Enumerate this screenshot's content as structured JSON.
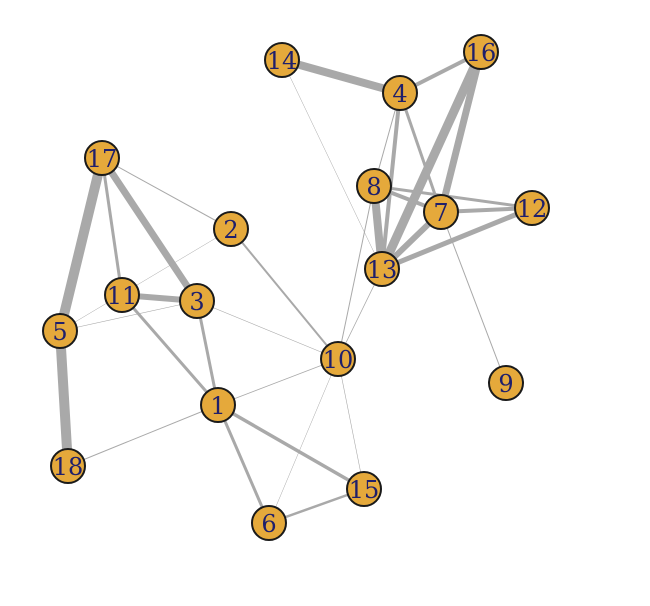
{
  "graph": {
    "node_color": "#e5a93b",
    "node_border": "#1a1a1a",
    "label_color": "#1f1f6b",
    "edge_color": "#a9a9a9",
    "nodes": [
      {
        "id": "1",
        "label": "1"
      },
      {
        "id": "2",
        "label": "2"
      },
      {
        "id": "3",
        "label": "3"
      },
      {
        "id": "4",
        "label": "4"
      },
      {
        "id": "5",
        "label": "5"
      },
      {
        "id": "6",
        "label": "6"
      },
      {
        "id": "7",
        "label": "7"
      },
      {
        "id": "8",
        "label": "8"
      },
      {
        "id": "9",
        "label": "9"
      },
      {
        "id": "10",
        "label": "10"
      },
      {
        "id": "11",
        "label": "11"
      },
      {
        "id": "12",
        "label": "12"
      },
      {
        "id": "13",
        "label": "13"
      },
      {
        "id": "14",
        "label": "14"
      },
      {
        "id": "15",
        "label": "15"
      },
      {
        "id": "16",
        "label": "16"
      },
      {
        "id": "17",
        "label": "17"
      },
      {
        "id": "18",
        "label": "18"
      }
    ],
    "edges": [
      {
        "source": "17",
        "target": "5",
        "weight": 10
      },
      {
        "source": "5",
        "target": "18",
        "weight": 10
      },
      {
        "source": "17",
        "target": "3",
        "weight": 7
      },
      {
        "source": "17",
        "target": "11",
        "weight": 3
      },
      {
        "source": "11",
        "target": "3",
        "weight": 6
      },
      {
        "source": "11",
        "target": "1",
        "weight": 3
      },
      {
        "source": "3",
        "target": "1",
        "weight": 3
      },
      {
        "source": "17",
        "target": "2",
        "weight": 1
      },
      {
        "source": "2",
        "target": "10",
        "weight": 2
      },
      {
        "source": "1",
        "target": "6",
        "weight": 3
      },
      {
        "source": "1",
        "target": "15",
        "weight": 3.5
      },
      {
        "source": "6",
        "target": "15",
        "weight": 2.5
      },
      {
        "source": "1",
        "target": "18",
        "weight": 1
      },
      {
        "source": "1",
        "target": "10",
        "weight": 0.8
      },
      {
        "source": "3",
        "target": "10",
        "weight": 0.6
      },
      {
        "source": "5",
        "target": "3",
        "weight": 0.6
      },
      {
        "source": "5",
        "target": "2",
        "weight": 0.5
      },
      {
        "source": "10",
        "target": "15",
        "weight": 0.6
      },
      {
        "source": "10",
        "target": "6",
        "weight": 0.5
      },
      {
        "source": "10",
        "target": "8",
        "weight": 1
      },
      {
        "source": "10",
        "target": "13",
        "weight": 0.8
      },
      {
        "source": "14",
        "target": "4",
        "weight": 8
      },
      {
        "source": "14",
        "target": "13",
        "weight": 0.5
      },
      {
        "source": "4",
        "target": "16",
        "weight": 4
      },
      {
        "source": "4",
        "target": "8",
        "weight": 1
      },
      {
        "source": "4",
        "target": "7",
        "weight": 3
      },
      {
        "source": "4",
        "target": "13",
        "weight": 4
      },
      {
        "source": "16",
        "target": "13",
        "weight": 9
      },
      {
        "source": "16",
        "target": "7",
        "weight": 7
      },
      {
        "source": "8",
        "target": "13",
        "weight": 8
      },
      {
        "source": "8",
        "target": "7",
        "weight": 4
      },
      {
        "source": "8",
        "target": "12",
        "weight": 3
      },
      {
        "source": "7",
        "target": "13",
        "weight": 6
      },
      {
        "source": "7",
        "target": "12",
        "weight": 4
      },
      {
        "source": "13",
        "target": "12",
        "weight": 5
      },
      {
        "source": "7",
        "target": "9",
        "weight": 1
      }
    ]
  }
}
